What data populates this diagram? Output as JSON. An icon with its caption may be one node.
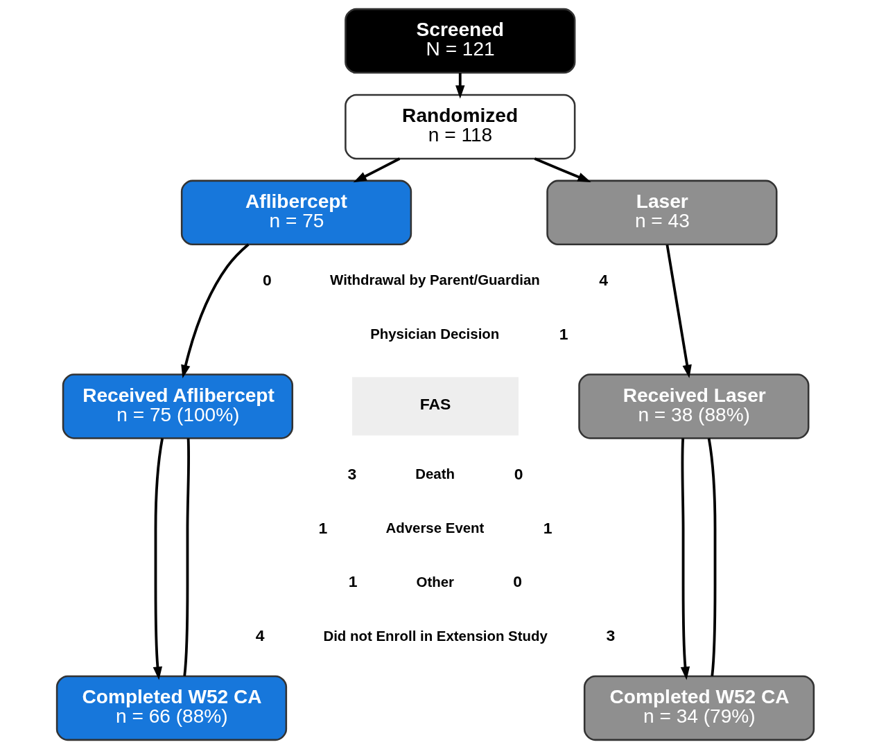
{
  "diagram": {
    "nodes": [
      {
        "text": [
          "Screened",
          "N = 121"
        ]
      },
      {
        "text": [
          "Randomized",
          "n = 118"
        ]
      },
      {
        "text": [
          "Aflibercept",
          "n = 75"
        ]
      },
      {
        "text": [
          "Laser",
          "n = 43"
        ]
      },
      {
        "text": [
          "Received Aflibercept",
          "n = 75 (100%)"
        ]
      },
      {
        "text": [
          "FAS"
        ]
      },
      {
        "text": [
          "Received Laser",
          "n = 38 (88%)"
        ]
      },
      {
        "text": [
          "Completed W52 CA",
          "n = 66 (88%)"
        ]
      },
      {
        "text": [
          "Completed W52 CA",
          "n = 34 (79%)"
        ]
      }
    ],
    "edges": [
      {
        "from": 0,
        "to": 1,
        "arrow": "to"
      },
      {
        "from": 1,
        "to": 2,
        "arrow": "to"
      },
      {
        "from": 1,
        "to": 3,
        "arrow": "to"
      },
      {
        "from": 2,
        "to": 4,
        "arrow": "to"
      },
      {
        "from": 3,
        "to": 6,
        "arrow": "to"
      },
      {
        "from": 4,
        "to": 7,
        "arrow": "to"
      },
      {
        "from": 4,
        "to": 7,
        "arrow": "none"
      },
      {
        "from": 6,
        "to": 8,
        "arrow": "to"
      },
      {
        "from": 6,
        "to": 8,
        "arrow": "none"
      }
    ],
    "labels": [
      "0",
      "Withdrawal by Parent/Guardian",
      "4",
      "Physician Decision",
      "1",
      "3",
      "Death",
      "0",
      "1",
      "Adverse Event",
      "1",
      "1",
      "Other",
      "0",
      "4",
      "Did not Enroll in Extension Study",
      "3"
    ]
  }
}
